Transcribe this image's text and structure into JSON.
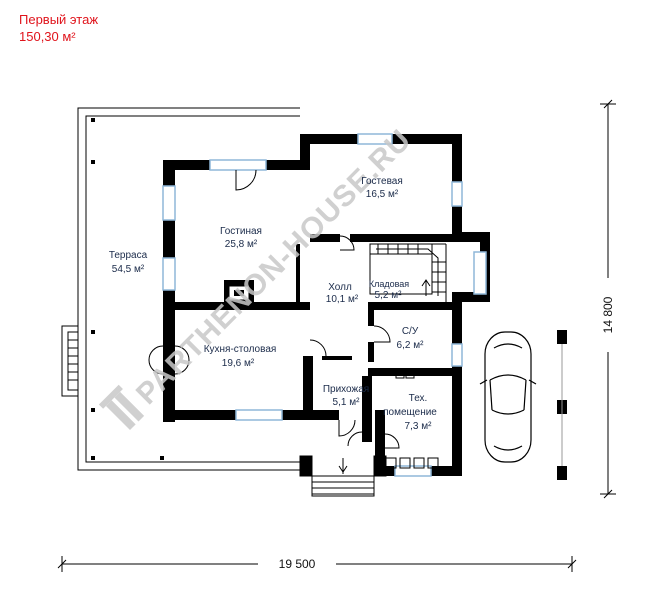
{
  "header": {
    "floor_label": "Первый этаж",
    "area_label": "150,30 м²"
  },
  "rooms": {
    "guest": {
      "name": "Гостевая",
      "area": "16,5 м²"
    },
    "living": {
      "name": "Гостиная",
      "area": "25,8 м²"
    },
    "terrace": {
      "name": "Терраса",
      "area": "54,5 м²"
    },
    "hall": {
      "name": "Холл",
      "area": "10,1 м²"
    },
    "pantry": {
      "name": "Кладовая",
      "area": "5,2 м²"
    },
    "bathroom": {
      "name": "С/У",
      "area": "6,2 м²"
    },
    "kitchen": {
      "name": "Кухня-столовая",
      "area": "19,6 м²"
    },
    "entry": {
      "name": "Прихожая",
      "area": "5,1 м²"
    },
    "tech": {
      "name": "Тех.",
      "name2": "помещение",
      "area": "7,3 м²"
    }
  },
  "dimensions": {
    "width": "19 500",
    "height": "14 800"
  },
  "watermark": "PARTHENON-HOUSE.RU",
  "colors": {
    "header_text": "#e0141c",
    "wall": "#000000",
    "window": "#8fb7d9",
    "room_text": "#1b2b4a",
    "watermark": "#c8c8c8"
  }
}
